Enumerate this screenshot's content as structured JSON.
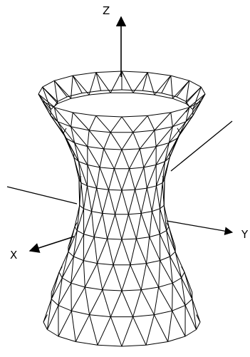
{
  "axes": {
    "z_label": "Z",
    "y_label": "Y",
    "x_label": "X"
  },
  "figure": {
    "surface": "hyperboloid",
    "mesh": "triangulated",
    "stroke_color": "#000000",
    "background_color": "#ffffff"
  }
}
